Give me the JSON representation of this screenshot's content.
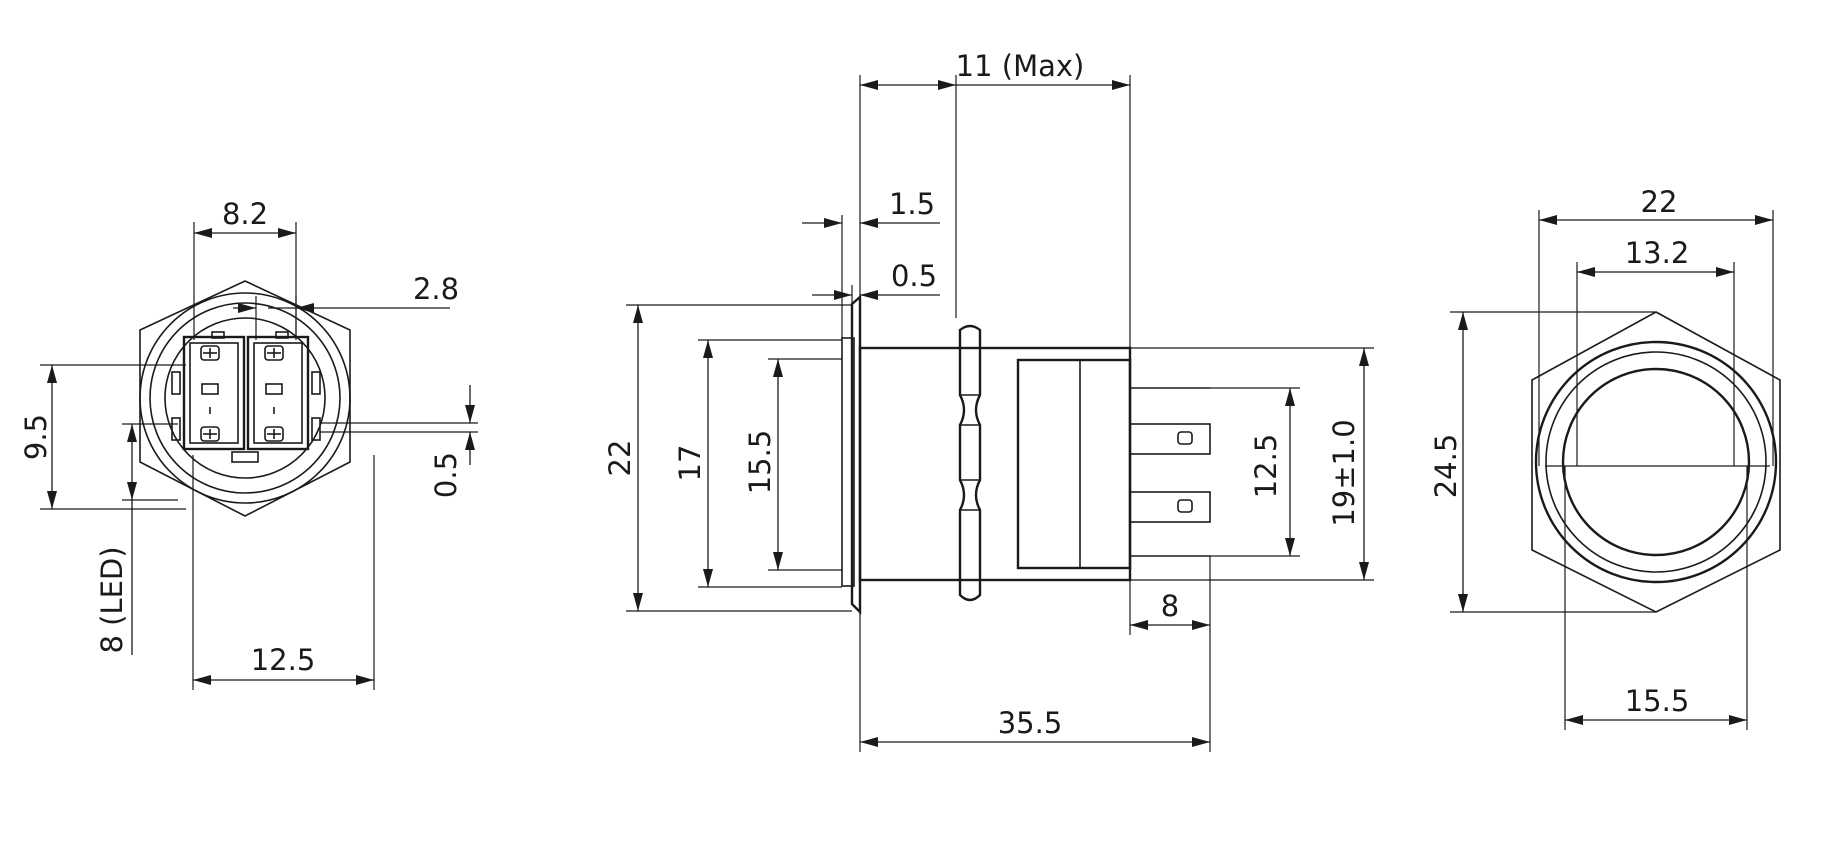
{
  "views": {
    "rear": {
      "dims": {
        "d_8_2": "8.2",
        "d_2_8": "2.8",
        "d_9_5": "9.5",
        "d_0_5": "0.5",
        "d_8_led": "8 (LED)",
        "d_12_5": "12.5"
      }
    },
    "side": {
      "dims": {
        "d_11_max": "11 (Max)",
        "d_1_5": "1.5",
        "d_0_5": "0.5",
        "d_22": "22",
        "d_17": "17",
        "d_15_5": "15.5",
        "d_12_5": "12.5",
        "d_19": "19±1.0",
        "d_8": "8",
        "d_35_5": "35.5"
      }
    },
    "front": {
      "dims": {
        "d_22": "22",
        "d_13_2": "13.2",
        "d_24_5": "24.5",
        "d_15_5": "15.5"
      }
    }
  },
  "colors": {
    "line": "#1a1a1a",
    "background": "#ffffff"
  }
}
